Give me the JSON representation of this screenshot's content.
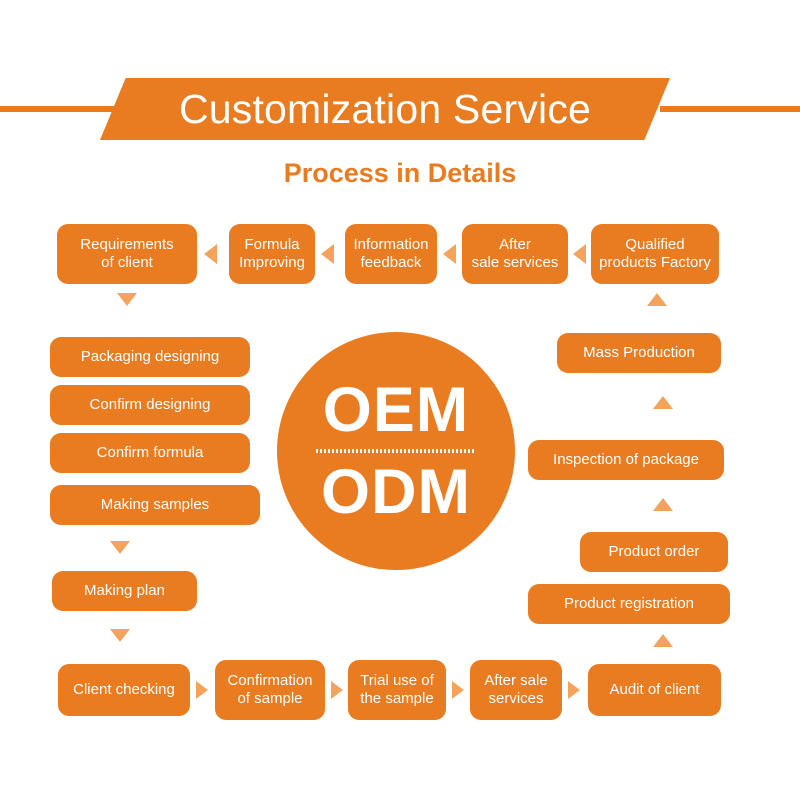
{
  "header": {
    "banner_title": "Customization Service",
    "subtitle": "Process in Details"
  },
  "colors": {
    "brand_orange": "#E97B20",
    "arrow_orange": "#F4A35C",
    "text_white": "#FFFFFF",
    "background": "#FFFFFF"
  },
  "center": {
    "line1": "OEM",
    "line2": "ODM"
  },
  "top_row": {
    "direction": "right-to-left",
    "nodes": [
      {
        "label": "Requirements\nof client"
      },
      {
        "label": "Formula\nImproving"
      },
      {
        "label": "Information\nfeedback"
      },
      {
        "label": "After\nsale services"
      },
      {
        "label": "Qualified\nproducts Factory"
      }
    ]
  },
  "left_column": {
    "direction": "top-to-bottom",
    "nodes": [
      {
        "label": "Packaging designing"
      },
      {
        "label": "Confirm designing"
      },
      {
        "label": "Confirm formula"
      },
      {
        "label": "Making samples"
      },
      {
        "label": "Making plan"
      }
    ]
  },
  "bottom_row": {
    "direction": "left-to-right",
    "nodes": [
      {
        "label": "Client checking"
      },
      {
        "label": "Confirmation\nof sample"
      },
      {
        "label": "Trial use of\nthe sample"
      },
      {
        "label": "After sale\nservices"
      },
      {
        "label": "Audit of client"
      }
    ]
  },
  "right_column": {
    "direction": "bottom-to-top",
    "nodes": [
      {
        "label": "Product registration"
      },
      {
        "label": "Product order"
      },
      {
        "label": "Inspection of package"
      },
      {
        "label": "Mass Production"
      }
    ]
  }
}
